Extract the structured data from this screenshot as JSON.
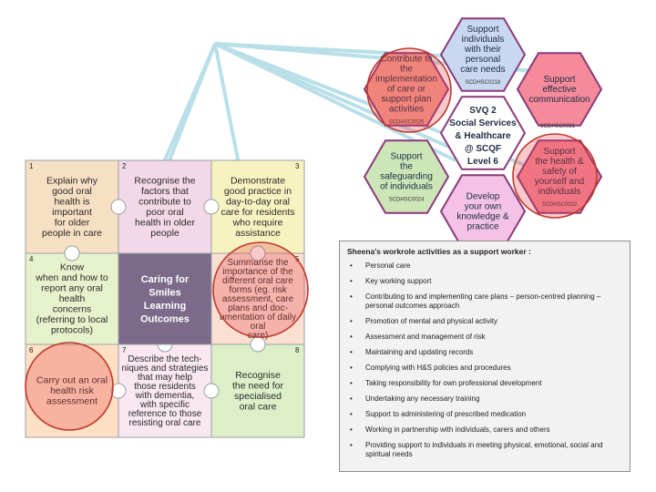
{
  "hexagons": [
    {
      "id": "top",
      "lines": [
        "Support",
        "individuals",
        "with their",
        "personal",
        "care needs"
      ],
      "code": "SCDHSC0218",
      "fill": "#c8d8f0"
    },
    {
      "id": "upper-right",
      "lines": [
        "Support",
        "effective",
        "communication"
      ],
      "code": "",
      "fill": "#f48a9a"
    },
    {
      "id": "lower-right",
      "lines": [
        "Support",
        "the health &",
        "safety of",
        "yourself and",
        "individuals"
      ],
      "code": "SCDHSC0022",
      "fill": "#f48a9a"
    },
    {
      "id": "bottom",
      "lines": [
        "Develop",
        "your own",
        "knowledge &",
        "practice"
      ],
      "code": "",
      "fill": "#f3c2e6"
    },
    {
      "id": "lower-left",
      "lines": [
        "Support",
        "the",
        "safeguarding",
        "of individuals"
      ],
      "code": "SCDHSC0024",
      "fill": "#cde6b8"
    },
    {
      "id": "upper-left",
      "lines": [
        "Contribute to",
        "the",
        "implementation",
        "of care or",
        "support plan",
        "activities"
      ],
      "code": "SCDHSC0025",
      "fill": "#f4a090"
    }
  ],
  "side_code": "SCDHSC0021",
  "center": {
    "lines": [
      "SVQ 2",
      "Social Services",
      "& Healthcare",
      "@ SCQF",
      "Level 6"
    ]
  },
  "tiles": [
    {
      "num": "1",
      "lines": [
        "Explain why",
        "good oral",
        "health is",
        "important",
        "for older",
        "people in care"
      ],
      "fill": "#f6dfc2"
    },
    {
      "num": "2",
      "lines": [
        "Recognise the",
        "factors that",
        "contribute to",
        "poor oral",
        "health in older",
        "people"
      ],
      "fill": "#f3d8e8"
    },
    {
      "num": "3",
      "lines": [
        "Demonstrate",
        "good practice in",
        "day-to-day oral",
        "care for residents",
        "who require",
        "assistance"
      ],
      "fill": "#f7f3c0"
    },
    {
      "num": "4",
      "lines": [
        "Know",
        "when and how to",
        "report any oral",
        "health",
        "concerns",
        "(referring to local",
        "protocols)"
      ],
      "fill": "#e6f2cc"
    },
    {
      "num": "5",
      "lines": [
        "Summarise the",
        "importance of the",
        "different oral care",
        "forms (eg. risk",
        "assessment, care",
        "plans and doc-",
        "umentation of daily",
        "oral",
        "care)"
      ],
      "fill": "#fbe0d2"
    },
    {
      "num": "6",
      "lines": [
        "Carry out an oral",
        "health risk",
        "assessment"
      ],
      "fill": "#ffe0c4"
    },
    {
      "num": "7",
      "lines": [
        "Describe the tech-",
        "niques and strategies",
        "that may help",
        "those residents",
        "with dementia,",
        "with specific",
        "reference to those",
        "resisting oral care"
      ],
      "fill": "#f9e8f2"
    },
    {
      "num": "8",
      "lines": [
        "Recognise",
        "the need for",
        "specialised",
        "oral care"
      ],
      "fill": "#dcefc8"
    }
  ],
  "center_tile": {
    "lines": [
      "Caring for",
      "Smiles",
      "Learning",
      "Outcomes"
    ]
  },
  "workrole": {
    "title": "Sheena's workrole activities as a support worker :",
    "items": [
      "Personal care",
      "Key working support",
      "Contributing to and implementing care plans – person-centred planning – personal outcomes approach",
      "Promotion of mental and physical activity",
      "Assessment and management of risk",
      "Maintaining and updating records",
      "Complying with H&S policies and procedures",
      "Taking responsibility for own professional development",
      "Undertaking any necessary training",
      "Support to administering of prescribed medication",
      "Working in partnership with individuals, carers and others",
      "Providing support to individuals in meeting physical, emotional, social and spiritual needs"
    ]
  },
  "colors": {
    "hex_stroke": "#8a3a7a",
    "circle_stroke": "#c0392b",
    "ray": "#b9dfe8",
    "center_tile_bg": "#7b6a8a"
  }
}
